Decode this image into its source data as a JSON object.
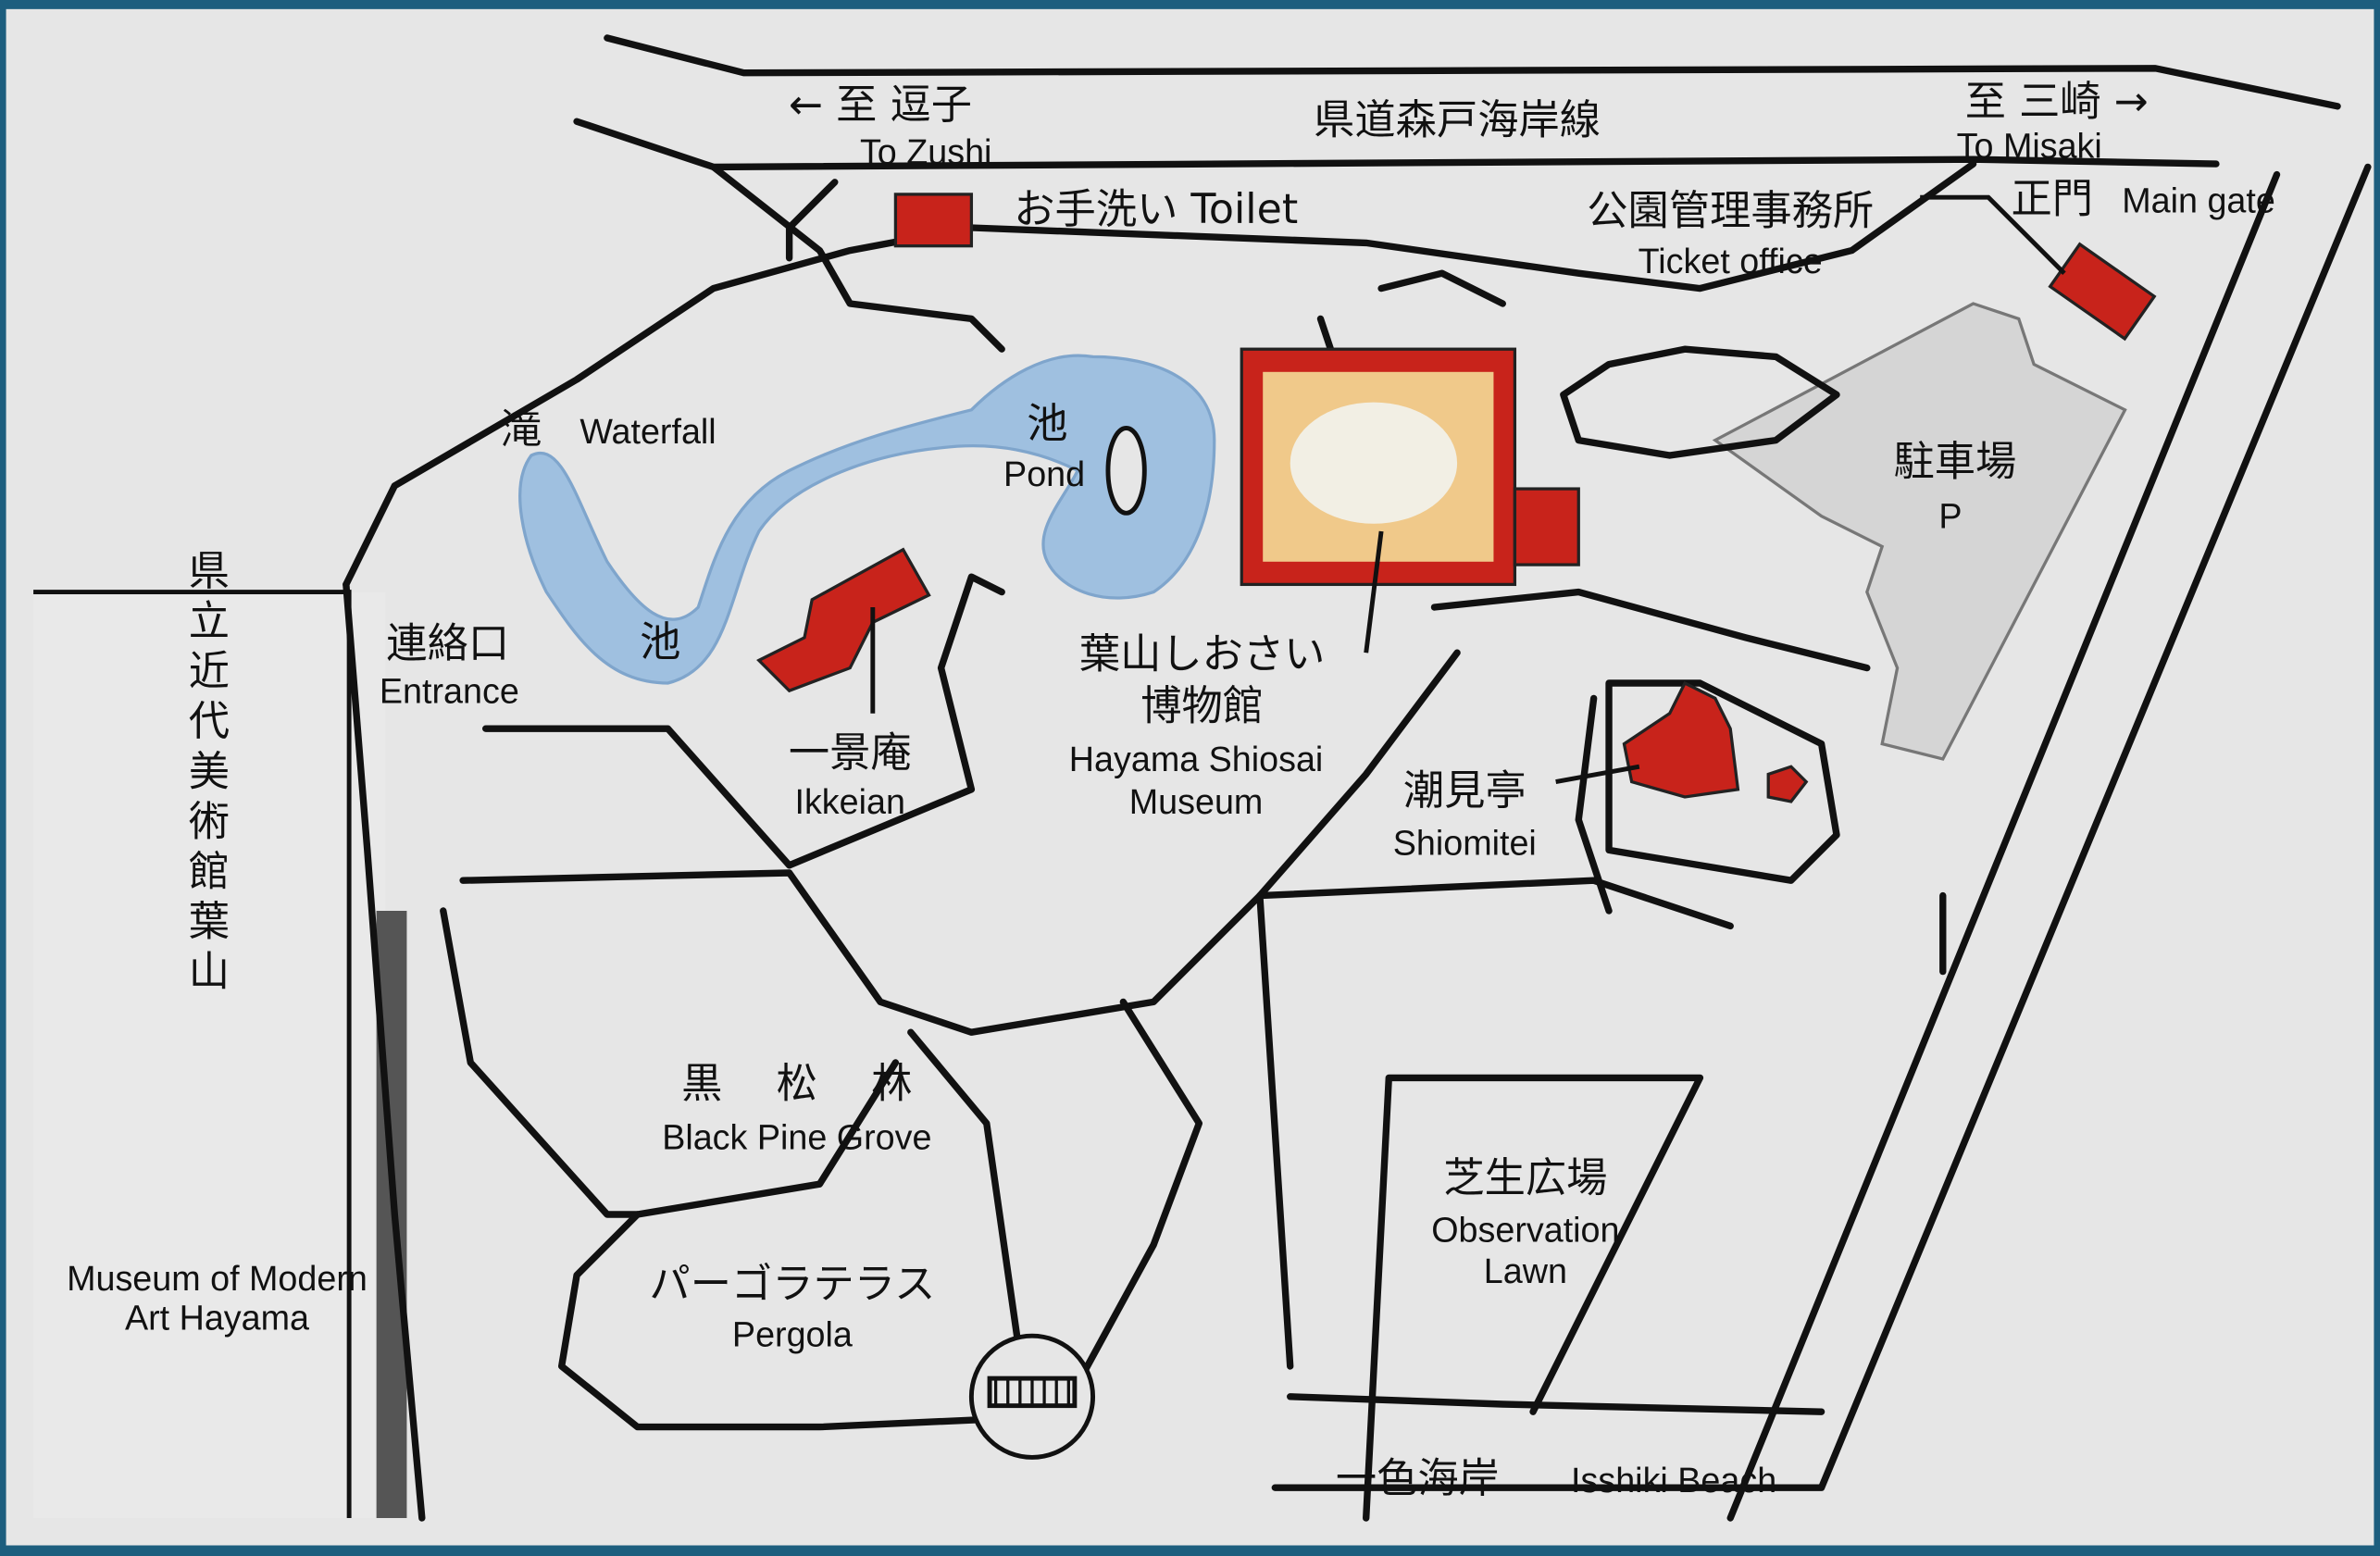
{
  "map": {
    "road_name": "県道森戸海岸線",
    "to_zushi_jp": "←  至 逗子",
    "to_zushi_en": "To Zushi",
    "to_misaki_jp": "至 三崎  →",
    "to_misaki_en": "To Misaki",
    "toilet": "お手洗い Toilet",
    "ticket_office_jp": "公園管理事務所",
    "ticket_office_en": "Ticket office",
    "main_gate_jp": "正門",
    "main_gate_en": "Main gate",
    "waterfall_jp": "滝",
    "waterfall_en": "Waterfall",
    "pond_jp": "池",
    "pond_en": "Pond",
    "pond2_jp": "池",
    "entrance_jp": "連絡口",
    "entrance_en": "Entrance",
    "ikkeian_jp": "一景庵",
    "ikkeian_en": "Ikkeian",
    "museum_jp_1": "葉山しおさい",
    "museum_jp_2": "博物館",
    "museum_en_1": "Hayama Shiosai",
    "museum_en_2": "Museum",
    "parking_jp": "駐車場",
    "parking_en": "P",
    "shiomitei_jp": "潮見亭",
    "shiomitei_en": "Shiomitei",
    "pine_jp": "黒　 松　 林",
    "pine_en": "Black Pine Grove",
    "lawn_jp": "芝生広場",
    "lawn_en_1": "Observation",
    "lawn_en_2": "Lawn",
    "pergola_jp": "パーゴラテラス",
    "pergola_en": "Pergola",
    "beach_jp": "一色海岸",
    "beach_en": "Isshiki Beach",
    "art_museum_jp": "県立近代美術館葉山",
    "art_museum_en_1": "Museum of Modern",
    "art_museum_en_2": "Art Hayama"
  },
  "colors": {
    "background": "#e6e6e6",
    "building": "#c8231b",
    "water": "#9fc0e0",
    "parking": "#d8d8d8"
  }
}
